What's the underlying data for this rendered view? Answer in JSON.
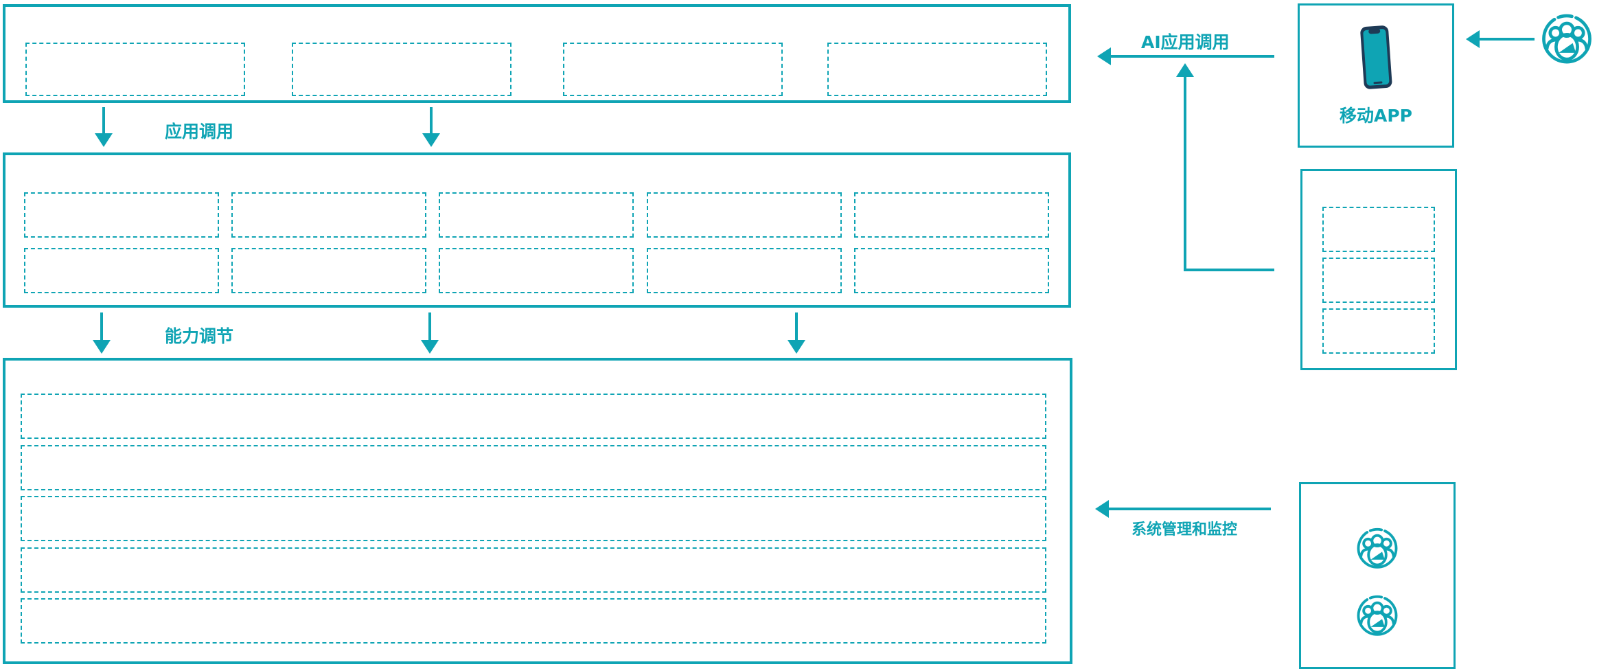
{
  "diagram": {
    "labels": {
      "app_call": "应用调用",
      "capability_tuning": "能力调节",
      "ai_app_call": "AI应用调用",
      "system_management": "系统管理和监控",
      "mobile_app": "移动APP"
    },
    "layers": {
      "top_box_slots": 4,
      "middle_box_rows": 2,
      "middle_box_cols": 5,
      "bottom_box_rows": 5,
      "right_panel_slots": 3,
      "admin_user_icons": 2
    },
    "icons": {
      "mobile": "smartphone-icon",
      "top_right": "user-group-icon",
      "admin": "user-group-icon"
    },
    "colors": {
      "accent": "#0fa4b4",
      "phone_frame": "#1e3a56",
      "background": "#ffffff"
    }
  }
}
